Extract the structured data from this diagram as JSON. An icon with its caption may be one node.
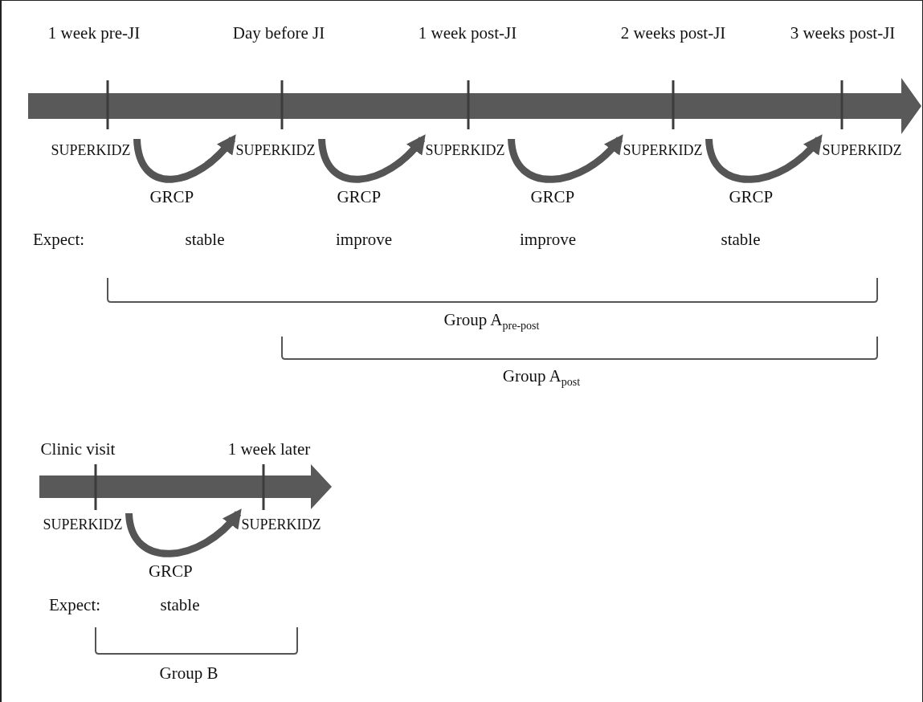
{
  "diagram": {
    "nodes": [
      {
        "text": [
          "SUPERKIDZ"
        ]
      },
      {
        "text": [
          "SUPERKIDZ"
        ]
      },
      {
        "text": [
          "SUPERKIDZ"
        ]
      },
      {
        "text": [
          "SUPERKIDZ"
        ]
      },
      {
        "text": [
          "SUPERKIDZ"
        ]
      },
      {
        "text": [
          "SUPERKIDZ"
        ]
      },
      {
        "text": [
          "SUPERKIDZ"
        ]
      }
    ],
    "edges": [
      {
        "from": 0,
        "to": 1,
        "arrow": "to",
        "label": "GRCP"
      },
      {
        "from": 1,
        "to": 2,
        "arrow": "to",
        "label": "GRCP"
      },
      {
        "from": 2,
        "to": 3,
        "arrow": "to",
        "label": "GRCP"
      },
      {
        "from": 3,
        "to": 4,
        "arrow": "to",
        "label": "GRCP"
      },
      {
        "from": 5,
        "to": 6,
        "arrow": "to",
        "label": "GRCP"
      }
    ],
    "labels": [
      "1 week pre-JI",
      "Day before JI",
      "1 week post-JI",
      "2 weeks post-JI",
      "3 weeks post-JI",
      "Expect:",
      "stable",
      "improve",
      "improve",
      "stable",
      "Group A$_{pre-post}$",
      "Group A$_{post}$",
      "Clinic visit",
      "1 week later",
      "Expect:",
      "stable",
      "Group B"
    ]
  }
}
